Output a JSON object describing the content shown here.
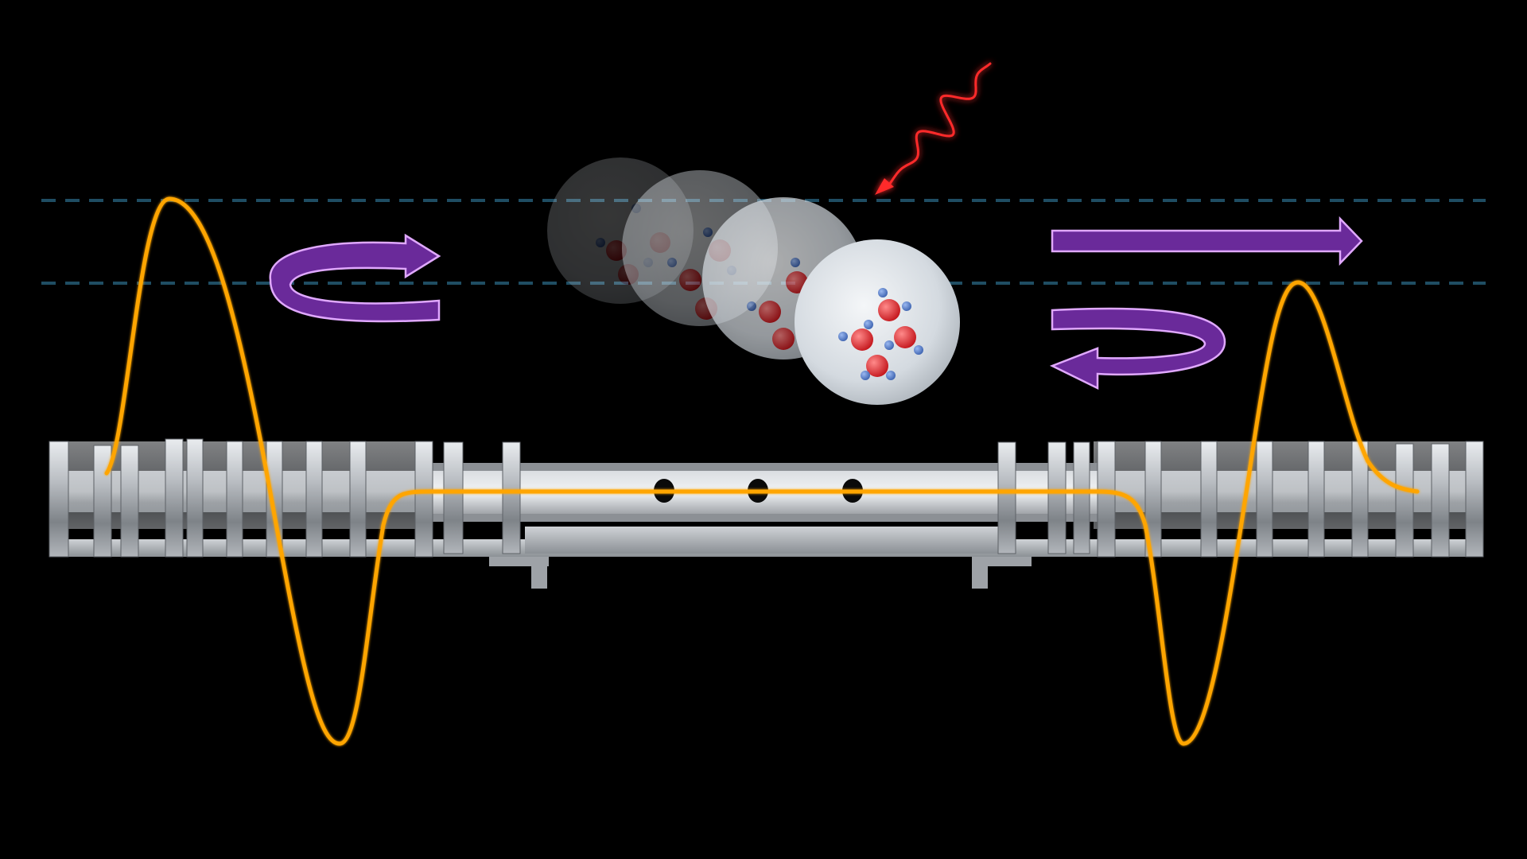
{
  "figure": {
    "background": "#000000",
    "colors": {
      "potential_curve": "#FFA500",
      "reference_lines": "#1f4d63",
      "rotation_arrows": "#6a2a9a",
      "rotation_arrow_outline": "#e0a8ff",
      "laser_photon": "#ff2a2a",
      "cluster_sphere": "#cfd6de",
      "oxygen_atom": "#e0353c",
      "hydrogen_atom": "#5d83c8",
      "trap_metal": "#a9adb2"
    },
    "elements": {
      "trap": "cylindrical-ion-trap-cross-section",
      "potential": "electric-potential-curve",
      "reference_lines": "dashed-reference-lines",
      "clusters": "water-cluster-ion-snapshots",
      "photon": "laser-photon-wave-arrow",
      "arrows": [
        "counter-clockwise-rotation-arrow",
        "straight-arrow",
        "clockwise-rotation-arrow"
      ]
    }
  }
}
